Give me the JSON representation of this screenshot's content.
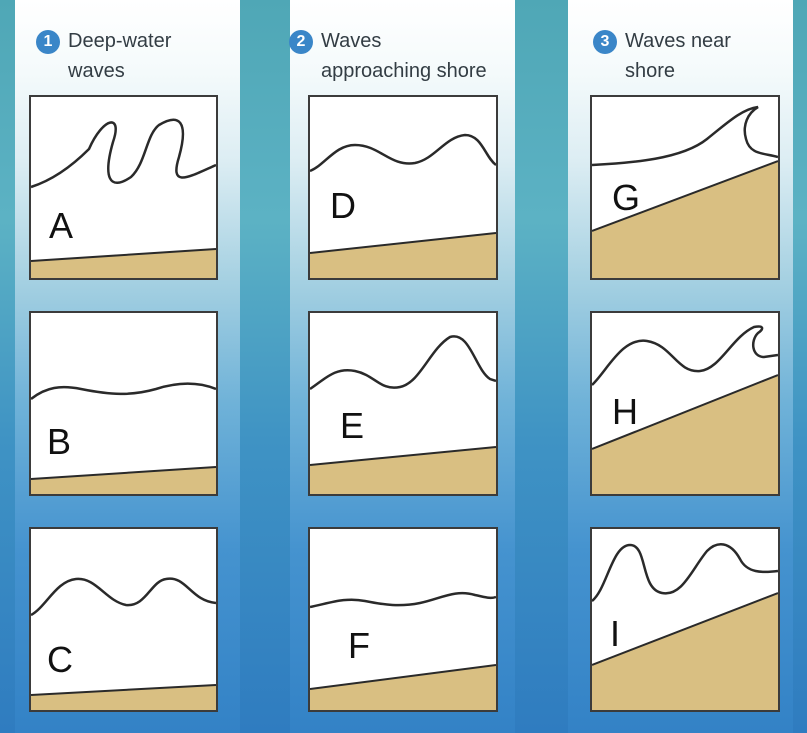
{
  "columns": [
    {
      "number": "1",
      "title_line1": "Deep-water",
      "title_line2": "waves"
    },
    {
      "number": "2",
      "title_line1": "Waves",
      "title_line2": "approaching shore"
    },
    {
      "number": "3",
      "title_line1": "Waves near",
      "title_line2": "shore"
    }
  ],
  "panels": [
    "A",
    "B",
    "C",
    "D",
    "E",
    "F",
    "G",
    "H",
    "I"
  ],
  "colors": {
    "sand": "#d9bf82",
    "wave_line": "#2a2a2a",
    "panel_border": "#3b3b3b",
    "badge": "#3a86c8"
  }
}
